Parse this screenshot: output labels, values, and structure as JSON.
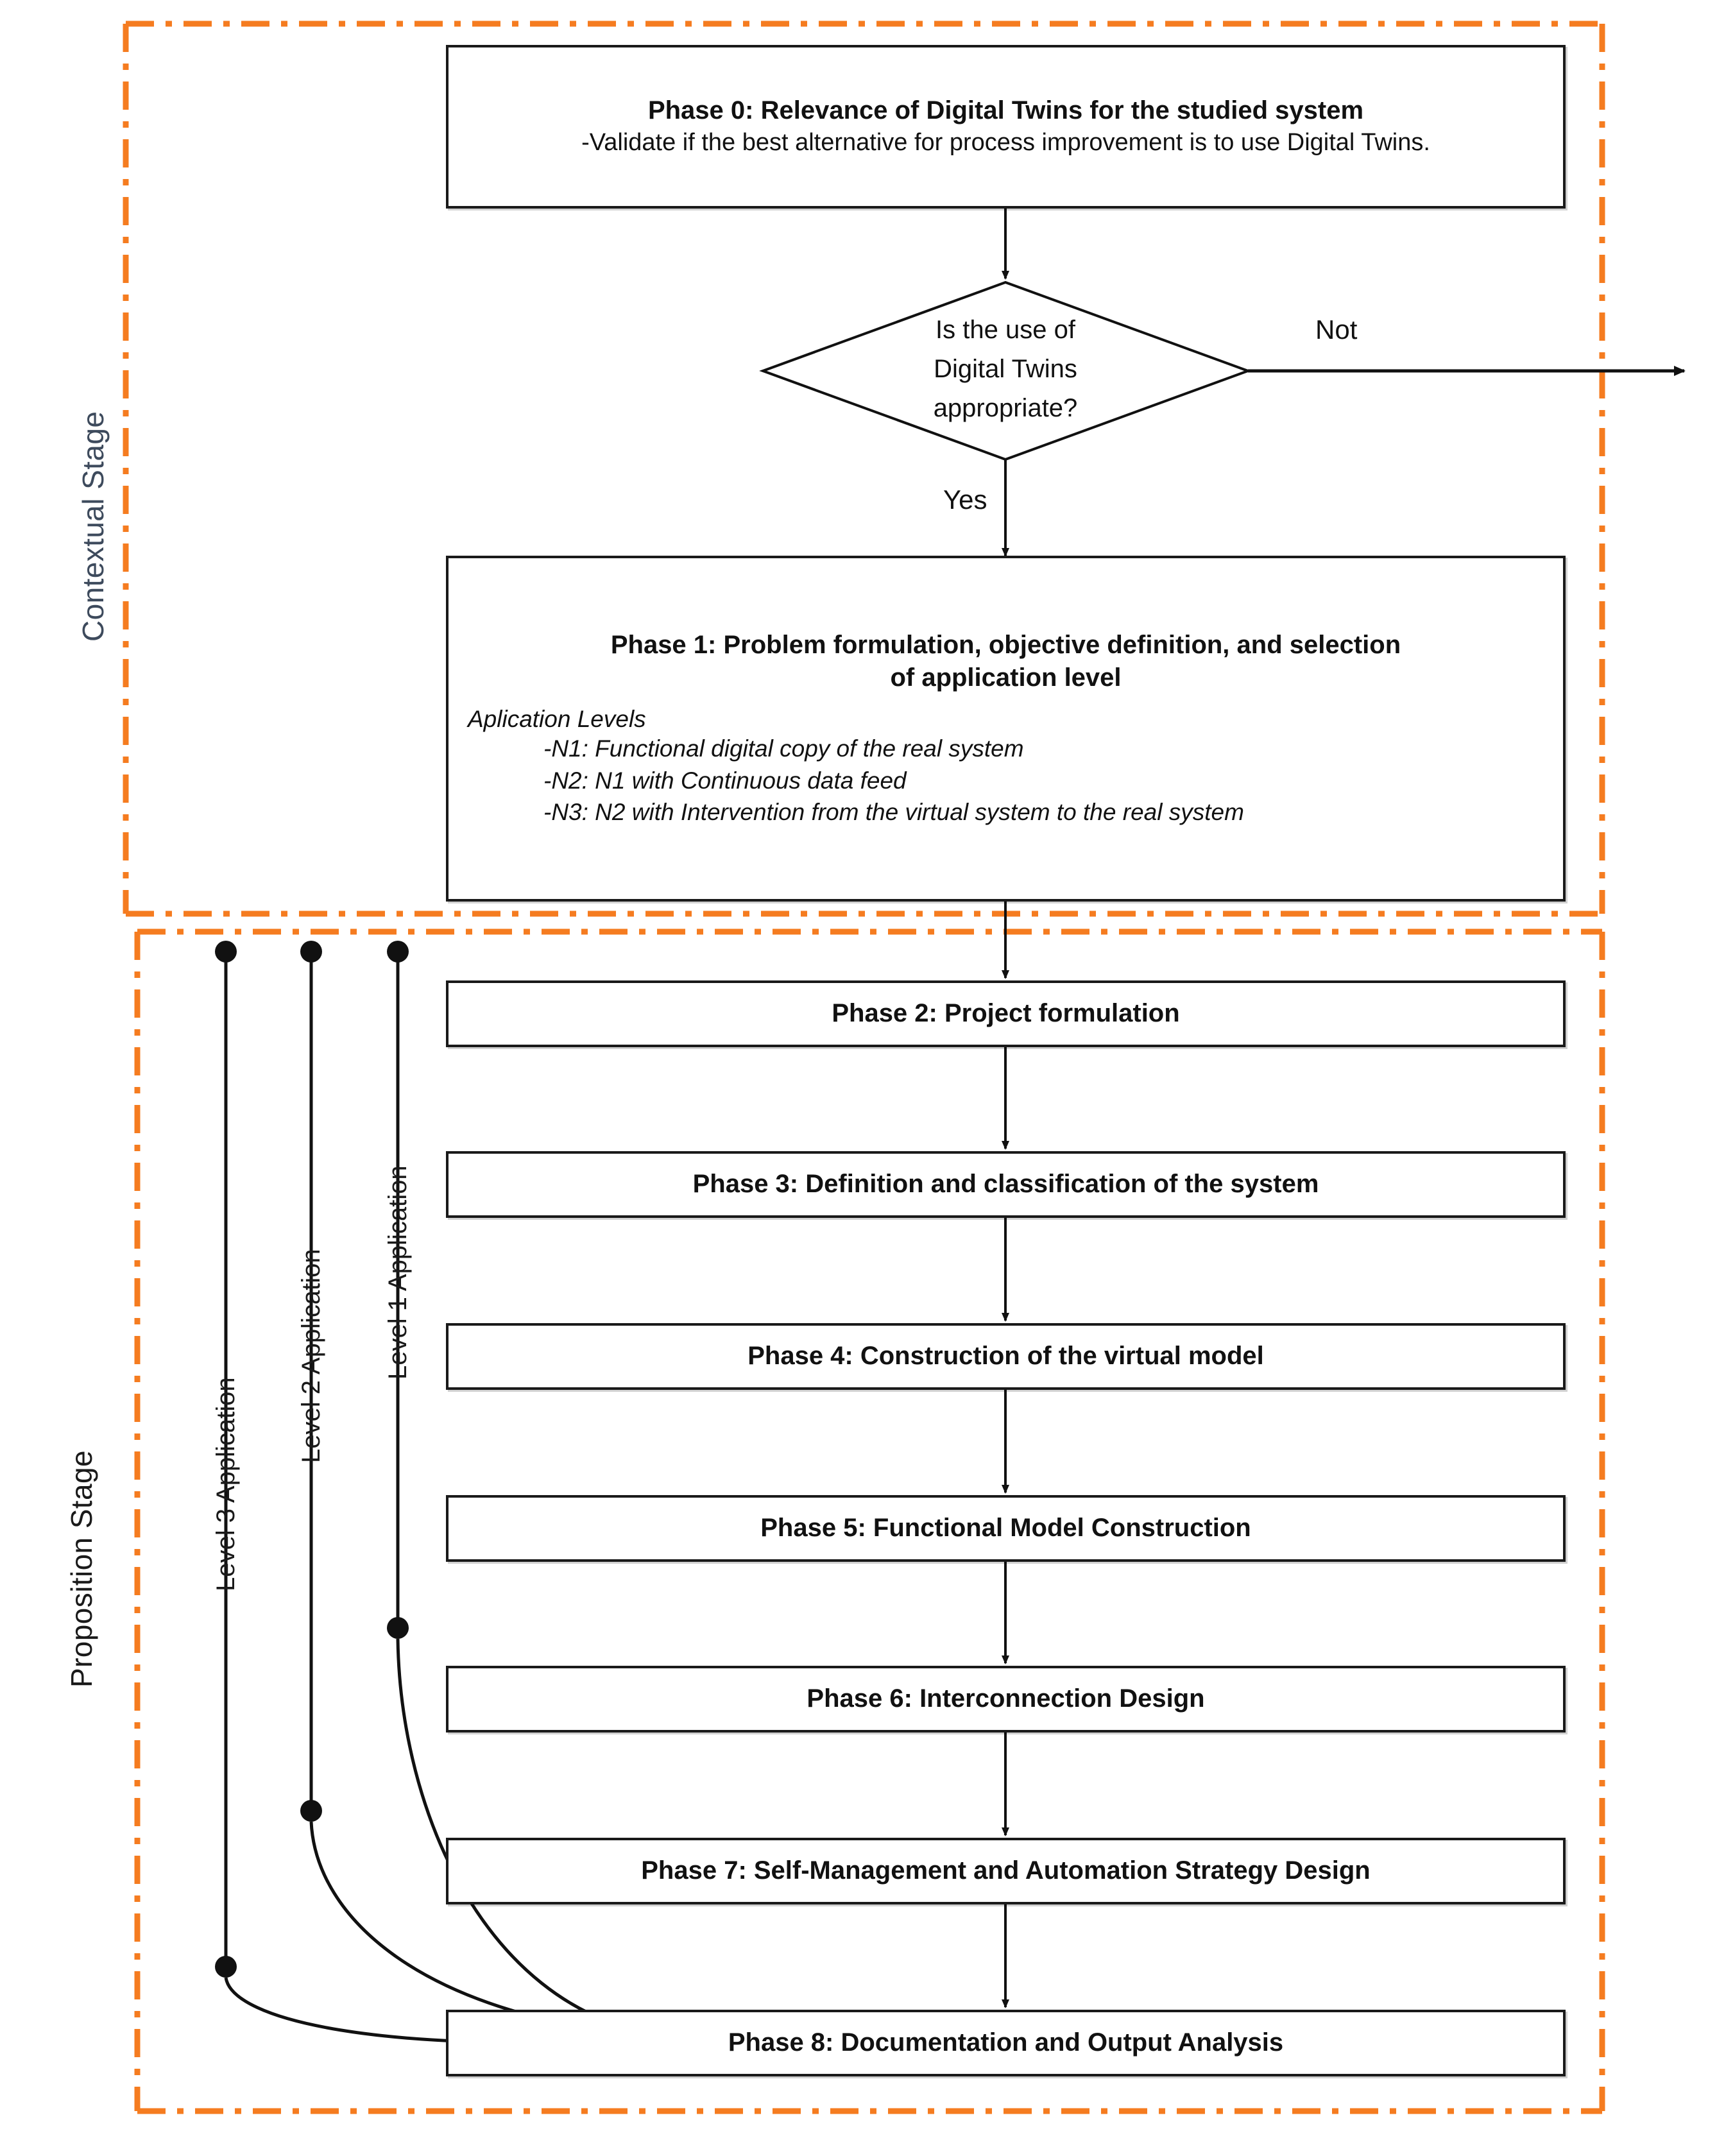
{
  "stages": {
    "contextual": {
      "label": "Contextual Stage",
      "color": "#3d4a5c"
    },
    "proposition": {
      "label": "Proposition Stage",
      "color": "#1a1a1a"
    }
  },
  "accent_color": "#F57C20",
  "phases": {
    "phase0": {
      "title": "Phase 0: Relevance of Digital Twins for the studied system",
      "body": "-Validate if the best alternative for process improvement is to use Digital Twins."
    },
    "phase1": {
      "title_line1": "Phase 1: Problem formulation, objective definition, and selection",
      "title_line2": "of application level",
      "levels_heading": "Aplication Levels",
      "levels": [
        "-N1: Functional digital copy of the real system",
        "-N2:  N1 with Continuous data feed",
        "-N3: N2 with Intervention from the virtual system to the real system"
      ]
    },
    "phase2": {
      "title": "Phase 2: Project formulation"
    },
    "phase3": {
      "title": "Phase 3: Definition and classification of the system"
    },
    "phase4": {
      "title": "Phase 4: Construction of the virtual model"
    },
    "phase5": {
      "title": "Phase 5: Functional Model Construction"
    },
    "phase6": {
      "title": "Phase 6: Interconnection Design"
    },
    "phase7": {
      "title": "Phase 7: Self-Management and Automation Strategy Design"
    },
    "phase8": {
      "title": "Phase 8: Documentation and Output Analysis"
    }
  },
  "decision": {
    "line1": "Is the use of",
    "line2": "Digital Twins",
    "line3": "appropriate?",
    "branch_no": "Not",
    "branch_yes": "Yes"
  },
  "level_labels": [
    {
      "id": "level3",
      "text": "Level 3 Application"
    },
    {
      "id": "level2",
      "text": "Level 2 Application"
    },
    {
      "id": "level1",
      "text": "Level 1 Application"
    }
  ],
  "chart_data": {
    "type": "flowchart",
    "title": "Digital Twin implementation methodology",
    "nodes": [
      {
        "id": "phase0",
        "shape": "rect",
        "stage": "contextual",
        "label": "Phase 0: Relevance of Digital Twins for the studied system"
      },
      {
        "id": "decision",
        "shape": "diamond",
        "stage": "contextual",
        "label": "Is the use of Digital Twins appropriate?"
      },
      {
        "id": "exit",
        "shape": "arrow",
        "stage": "contextual",
        "label": "Not"
      },
      {
        "id": "phase1",
        "shape": "rect",
        "stage": "contextual",
        "label": "Phase 1: Problem formulation, objective definition, and selection of application level"
      },
      {
        "id": "phase2",
        "shape": "rect",
        "stage": "proposition",
        "label": "Phase 2: Project formulation"
      },
      {
        "id": "phase3",
        "shape": "rect",
        "stage": "proposition",
        "label": "Phase 3: Definition and classification of the system"
      },
      {
        "id": "phase4",
        "shape": "rect",
        "stage": "proposition",
        "label": "Phase 4: Construction of the virtual model"
      },
      {
        "id": "phase5",
        "shape": "rect",
        "stage": "proposition",
        "label": "Phase 5: Functional Model Construction"
      },
      {
        "id": "phase6",
        "shape": "rect",
        "stage": "proposition",
        "label": "Phase 6: Interconnection Design"
      },
      {
        "id": "phase7",
        "shape": "rect",
        "stage": "proposition",
        "label": "Phase 7: Self-Management and Automation Strategy Design"
      },
      {
        "id": "phase8",
        "shape": "rect",
        "stage": "proposition",
        "label": "Phase 8: Documentation and Output Analysis"
      }
    ],
    "edges": [
      {
        "from": "phase0",
        "to": "decision",
        "label": ""
      },
      {
        "from": "decision",
        "to": "exit",
        "label": "Not"
      },
      {
        "from": "decision",
        "to": "phase1",
        "label": "Yes"
      },
      {
        "from": "phase1",
        "to": "phase2",
        "label": ""
      },
      {
        "from": "phase2",
        "to": "phase3",
        "label": ""
      },
      {
        "from": "phase3",
        "to": "phase4",
        "label": ""
      },
      {
        "from": "phase4",
        "to": "phase5",
        "label": ""
      },
      {
        "from": "phase5",
        "to": "phase6",
        "label": ""
      },
      {
        "from": "phase6",
        "to": "phase7",
        "label": ""
      },
      {
        "from": "phase7",
        "to": "phase8",
        "label": ""
      },
      {
        "from": "phase5",
        "to": "phase8",
        "label": "Level 1 Application",
        "style": "curved-bypass"
      },
      {
        "from": "phase6",
        "to": "phase8",
        "label": "Level 2 Application",
        "style": "curved-bypass"
      },
      {
        "from": "phase7",
        "to": "phase8",
        "label": "Level 3 Application",
        "style": "curved-bypass"
      }
    ]
  }
}
